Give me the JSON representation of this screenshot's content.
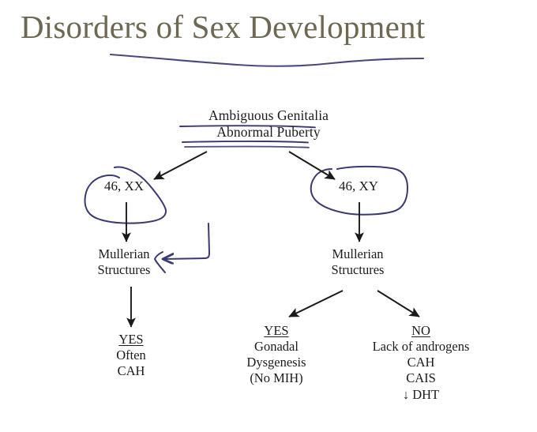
{
  "slide": {
    "title": "Disorders of Sex Development",
    "title_color": "#6d6851",
    "background_color": "#ffffff",
    "ink_color": "#3a3a72",
    "arrow_color": "#1a1a1a",
    "text_color": "#1c1c1c"
  },
  "diagram": {
    "type": "flowchart",
    "root": {
      "line1": "Ambiguous Genitalia",
      "line2": "Abnormal Puberty",
      "annotation": "both lines underlined by hand in blue ink"
    },
    "branch_left": {
      "karyotype": "46, XX",
      "annotation": "circled by hand in blue ink",
      "next": {
        "line1": "Mullerian",
        "line2": "Structures",
        "annotation": "hand-drawn blue arrow points at this node from the right",
        "result": {
          "answer": "YES",
          "detail1": "Often",
          "detail2": "CAH"
        }
      }
    },
    "branch_right": {
      "karyotype": "46, XY",
      "annotation": "circled by hand in blue ink",
      "next": {
        "line1": "Mullerian",
        "line2": "Structures",
        "results": [
          {
            "answer": "YES",
            "detail1": "Gonadal",
            "detail2": "Dysgenesis",
            "detail3": "(No MIH)"
          },
          {
            "answer": "NO",
            "detail1": "Lack of androgens",
            "detail2": "CAH",
            "detail3": "CAIS",
            "detail4": "↓ DHT"
          }
        ]
      }
    }
  }
}
